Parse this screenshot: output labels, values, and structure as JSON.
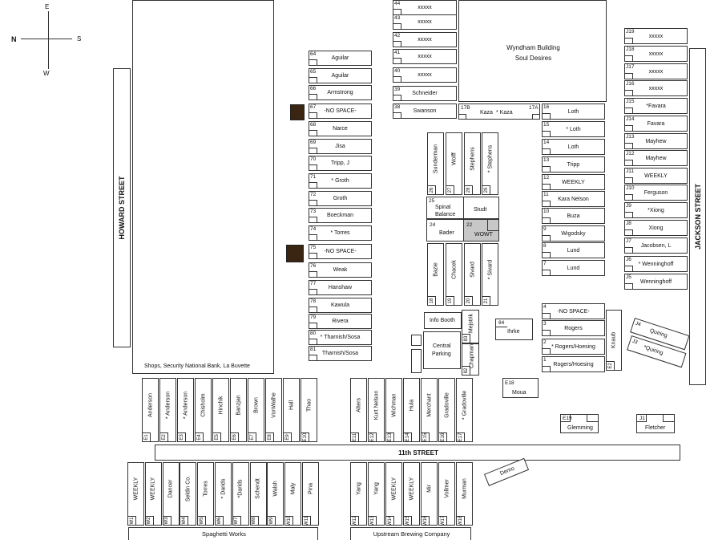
{
  "compass": {
    "north": "N",
    "east": "E",
    "south": "S",
    "west": "W"
  },
  "streets": {
    "howard": "HOWARD STREET",
    "jackson": "JACKSON STREET",
    "eleventh": "11th STREET"
  },
  "buildings": {
    "shops": "Shops, Security National Bank, La Buvette",
    "wyndham_line1": "Wyndham Building",
    "wyndham_line2": "Soul Desires",
    "spaghetti": "Spaghetti Works",
    "upstream": "Upstream Brewing Company"
  },
  "left_column": [
    {
      "num": "64",
      "name": "Aguilar"
    },
    {
      "num": "65",
      "name": "Aguilar"
    },
    {
      "num": "66",
      "name": "Armstrong"
    },
    {
      "num": "67",
      "name": "-NO SPACE-"
    },
    {
      "num": "68",
      "name": "Narce"
    },
    {
      "num": "69",
      "name": "Jisa"
    },
    {
      "num": "70",
      "name": "Tripp, J"
    },
    {
      "num": "71",
      "name": "* Groth"
    },
    {
      "num": "72",
      "name": "Groth"
    },
    {
      "num": "73",
      "name": "Boeckman"
    },
    {
      "num": "74",
      "name": "* Torres"
    },
    {
      "num": "75",
      "name": "-NO SPACE-"
    },
    {
      "num": "76",
      "name": "Weak"
    },
    {
      "num": "77",
      "name": "Hanshaw"
    },
    {
      "num": "78",
      "name": "Kawula"
    },
    {
      "num": "79",
      "name": "Rivera"
    },
    {
      "num": "80",
      "name": "* Tharnish/Sosa"
    },
    {
      "num": "81",
      "name": "Tharnish/Sosa"
    }
  ],
  "top_column": [
    {
      "num": "44",
      "name": "xxxxx"
    },
    {
      "num": "43",
      "name": "xxxxx"
    },
    {
      "num": "42",
      "name": "xxxxx"
    },
    {
      "num": "41",
      "name": "xxxxx"
    },
    {
      "num": "40",
      "name": "xxxxx"
    },
    {
      "num": "39",
      "name": "Schneider"
    },
    {
      "num": "38",
      "name": "Swanson"
    }
  ],
  "kaza": {
    "num1": "17B",
    "name1": "Kaza",
    "name2": "* Kaza",
    "num2": "17A"
  },
  "right_column": [
    {
      "num": "16",
      "name": "Loth"
    },
    {
      "num": "15",
      "name": "* Loth"
    },
    {
      "num": "14",
      "name": "Loth"
    },
    {
      "num": "13",
      "name": "Tripp"
    },
    {
      "num": "12",
      "name": "WEEKLY"
    },
    {
      "num": "11",
      "name": "Kara Nelson"
    },
    {
      "num": "10",
      "name": "Buza"
    },
    {
      "num": "9",
      "name": "Wigodsky"
    },
    {
      "num": "8",
      "name": "Lund"
    },
    {
      "num": "7",
      "name": "Lund"
    }
  ],
  "right_lower": [
    {
      "num": "4",
      "name": "-NO SPACE-"
    },
    {
      "num": "3",
      "name": "Rogers"
    },
    {
      "num": "2",
      "name": "* Rogers/Hoesing"
    },
    {
      "num": "1",
      "name": "Rogers/Hoesing"
    }
  ],
  "j_column": [
    {
      "num": "J19",
      "name": "xxxxx"
    },
    {
      "num": "J18",
      "name": "xxxxx"
    },
    {
      "num": "J17",
      "name": "xxxxx"
    },
    {
      "num": "J16",
      "name": "xxxxx"
    },
    {
      "num": "J15",
      "name": "*Favara"
    },
    {
      "num": "J14",
      "name": "Favara"
    },
    {
      "num": "J13",
      "name": "Mayhew"
    },
    {
      "num": "J12",
      "name": "Mayhew"
    },
    {
      "num": "J11",
      "name": "WEEKLY"
    },
    {
      "num": "J10",
      "name": "Ferguson"
    },
    {
      "num": "J9",
      "name": "*Xiong"
    },
    {
      "num": "J8",
      "name": "Xiong"
    },
    {
      "num": "J7",
      "name": "Jacobsen, L"
    },
    {
      "num": "J6",
      "name": "* Wenninghoff"
    },
    {
      "num": "J5",
      "name": "Wenninghoff"
    }
  ],
  "center_top": [
    {
      "num": "26",
      "name": "Sunderman"
    },
    {
      "num": "27",
      "name": "Wolff"
    },
    {
      "num": "28",
      "name": "Stephens"
    },
    {
      "num": "29",
      "name": "* Stephens"
    }
  ],
  "center_mid": {
    "n25": "25",
    "spinal1": "Spinal",
    "spinal2": "Balance",
    "studt": "Studt",
    "n24": "24",
    "bader": "Bader",
    "n22": "22",
    "wowt": "WOWT"
  },
  "center_low": [
    {
      "num": "18",
      "name": "Bazie"
    },
    {
      "num": "19",
      "name": "Chacek"
    },
    {
      "num": "20",
      "name": "Sivard"
    },
    {
      "num": "21",
      "name": "* Sivard"
    }
  ],
  "info_booth": "Info Booth",
  "central1": "Central",
  "central2": "Parking",
  "mejstrik": {
    "num": "83",
    "name": "Mejstrik"
  },
  "chapman": {
    "num": "82",
    "name": "Chapman"
  },
  "ihrke": {
    "num": "84",
    "name": "Ihrke"
  },
  "knaub": {
    "num": "E2",
    "name": "Knaub"
  },
  "quiring": [
    {
      "num": "J4",
      "name": "Quiring"
    },
    {
      "num": "J3",
      "name": "*Quiring"
    }
  ],
  "moua": {
    "num": "E18",
    "name": "Moua"
  },
  "glemming": {
    "num": "E19",
    "name": "Glemming"
  },
  "fletcher": {
    "num": "J1",
    "name": "Fletcher"
  },
  "demo": "Demo",
  "e_left": [
    {
      "num": "E1",
      "name": "Anderson"
    },
    {
      "num": "E2",
      "name": "* Anderson"
    },
    {
      "num": "E3",
      "name": "* Anderson"
    },
    {
      "num": "E4",
      "name": "Chisholm"
    },
    {
      "num": "E5",
      "name": "Hinchik"
    },
    {
      "num": "E6",
      "name": "Banzjan"
    },
    {
      "num": "E7",
      "name": "Brown"
    },
    {
      "num": "E8",
      "name": "VonWalhe"
    },
    {
      "num": "E9",
      "name": "Hall"
    },
    {
      "num": "E10",
      "name": "Thao"
    }
  ],
  "e_right": [
    {
      "num": "E11",
      "name": "Alters"
    },
    {
      "num": "E12",
      "name": "Kurt Nelson"
    },
    {
      "num": "E13",
      "name": "Wichman"
    },
    {
      "num": "E14",
      "name": "Hula"
    },
    {
      "num": "E15",
      "name": "Merchant"
    },
    {
      "num": "E16",
      "name": "Gradoville"
    },
    {
      "num": "E17",
      "name": "* Gradoville"
    }
  ],
  "w_left": [
    {
      "num": "W1",
      "name": "WEEKLY"
    },
    {
      "num": "W2",
      "name": "WEEKLY"
    },
    {
      "num": "W3",
      "name": "Dancer"
    },
    {
      "num": "W4",
      "name": "Seldin Co."
    },
    {
      "num": "W5",
      "name": "Torres"
    },
    {
      "num": "W6",
      "name": "* Darids"
    },
    {
      "num": "W7",
      "name": "*Darids"
    },
    {
      "num": "W8",
      "name": "Schendt"
    },
    {
      "num": "W9",
      "name": "Walsh"
    },
    {
      "num": "W10",
      "name": "Maly"
    },
    {
      "num": "W11",
      "name": "Pina"
    }
  ],
  "w_right": [
    {
      "num": "W12",
      "name": "Yang"
    },
    {
      "num": "W13",
      "name": "Yang"
    },
    {
      "num": "W14",
      "name": "WEEKLY"
    },
    {
      "num": "W15",
      "name": "WEEKLY"
    },
    {
      "num": "W16",
      "name": "Mir"
    },
    {
      "num": "W17",
      "name": "Vollmer"
    },
    {
      "num": "W18",
      "name": "Murman"
    }
  ]
}
